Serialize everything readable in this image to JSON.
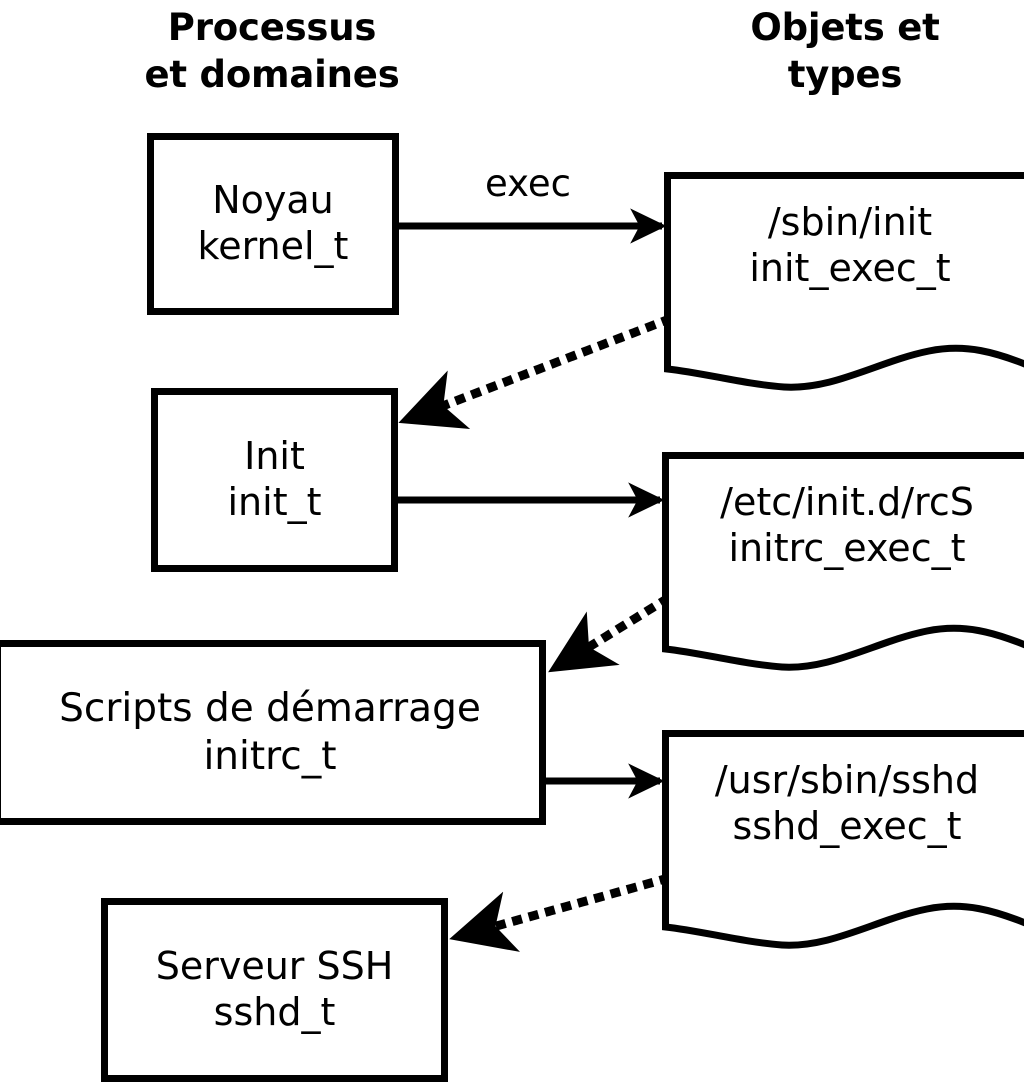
{
  "diagram": {
    "title_columns": {
      "left": "Processus\net domaines",
      "right": "Objets et\ntypes"
    },
    "processes": [
      {
        "id": "kernel",
        "name": "Noyau",
        "type": "kernel_t",
        "label": "Noyau\nkernel_t"
      },
      {
        "id": "init",
        "name": "Init",
        "type": "init_t",
        "label": "Init\ninit_t"
      },
      {
        "id": "initrc",
        "name": "Scripts de démarrage",
        "type": "initrc_t",
        "label": "Scripts de démarrage\ninitrc_t"
      },
      {
        "id": "sshd",
        "name": "Serveur SSH",
        "type": "sshd_t",
        "label": "Serveur SSH\nsshd_t"
      }
    ],
    "objects": [
      {
        "id": "init_exec",
        "path": "/sbin/init",
        "type": "init_exec_t",
        "label": "/sbin/init\ninit_exec_t"
      },
      {
        "id": "initrc_exec",
        "path": "/etc/init.d/rcS",
        "type": "initrc_exec_t",
        "label": "/etc/init.d/rcS\ninitrc_exec_t"
      },
      {
        "id": "sshd_exec",
        "path": "/usr/sbin/sshd",
        "type": "sshd_exec_t",
        "label": "/usr/sbin/sshd\nsshd_exec_t"
      }
    ],
    "edges": [
      {
        "from": "kernel",
        "to": "init_exec",
        "style": "solid",
        "label": "exec"
      },
      {
        "from": "init_exec",
        "to": "init",
        "style": "dotted",
        "label": ""
      },
      {
        "from": "init",
        "to": "initrc_exec",
        "style": "solid",
        "label": ""
      },
      {
        "from": "initrc_exec",
        "to": "initrc",
        "style": "dotted",
        "label": ""
      },
      {
        "from": "initrc",
        "to": "sshd_exec",
        "style": "solid",
        "label": ""
      },
      {
        "from": "sshd_exec",
        "to": "sshd",
        "style": "dotted",
        "label": ""
      }
    ],
    "colors": {
      "stroke": "#000000",
      "fill": "#ffffff",
      "text": "#000000"
    }
  }
}
